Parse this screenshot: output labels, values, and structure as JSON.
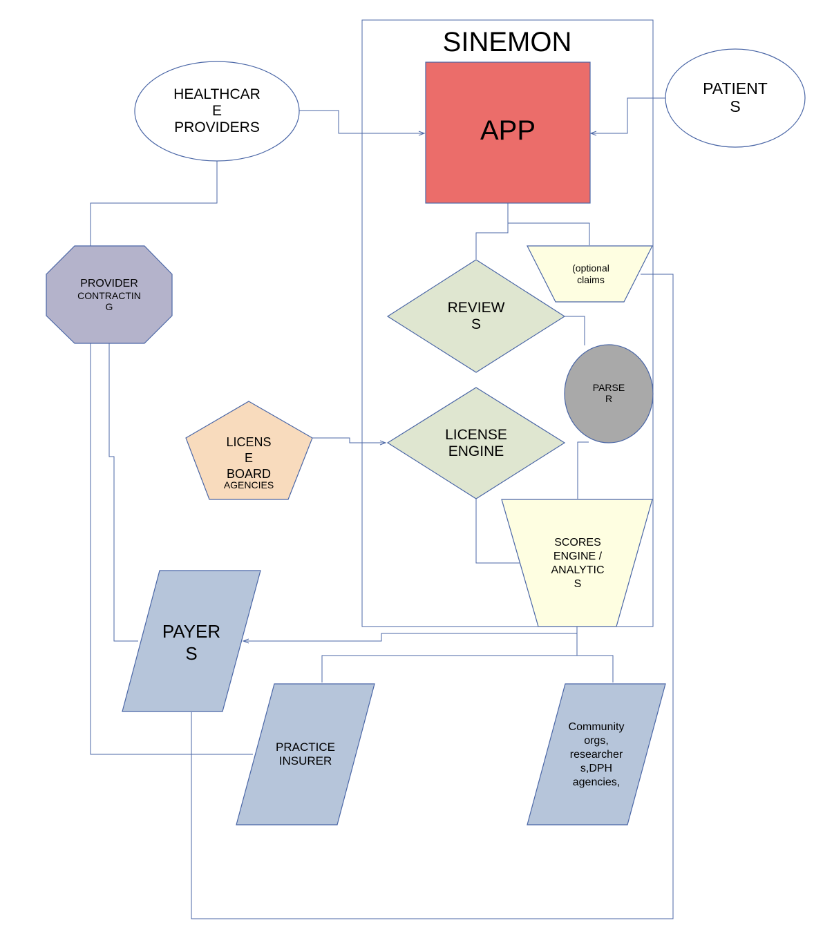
{
  "diagram": {
    "title": "SINEMON",
    "nodes": {
      "app": {
        "label": "APP",
        "color": "#eb6d6a"
      },
      "healthcare_providers": {
        "label": "HEALTHCAR\nE\nPROVIDERS",
        "color": "#ffffff"
      },
      "patients": {
        "label": "PATIENT\nS",
        "color": "#ffffff"
      },
      "provider_contracting": {
        "label_main": "PROVIDER",
        "label_sub": "CONTRACTIN\nG",
        "color": "#b4b3cb"
      },
      "optional_claims": {
        "label": "(optional\nclaims",
        "color": "#fefee1"
      },
      "reviews": {
        "label": "REVIEW\nS",
        "color": "#dfe6d0"
      },
      "parser": {
        "label": "PARSE\nR",
        "color": "#a9a9a9"
      },
      "license_board": {
        "label_main": "LICENS\nE\nBOARD",
        "label_sub": "AGENCIES",
        "color": "#f8dbbd"
      },
      "license_engine": {
        "label": "LICENSE\nENGINE",
        "color": "#dfe6d0"
      },
      "scores_engine": {
        "label": "SCORES\nENGINE /\nANALYTIC\nS",
        "color": "#fefee1"
      },
      "payers": {
        "label": "PAYER\nS",
        "color": "#b6c5da"
      },
      "practice_insurer": {
        "label": "PRACTICE\nINSURER",
        "color": "#b6c5da"
      },
      "community": {
        "label": "Community\norgs,\nresearcher\ns,DPH\nagencies,",
        "color": "#b6c5da"
      }
    },
    "connector_color": "#4a66a6"
  }
}
